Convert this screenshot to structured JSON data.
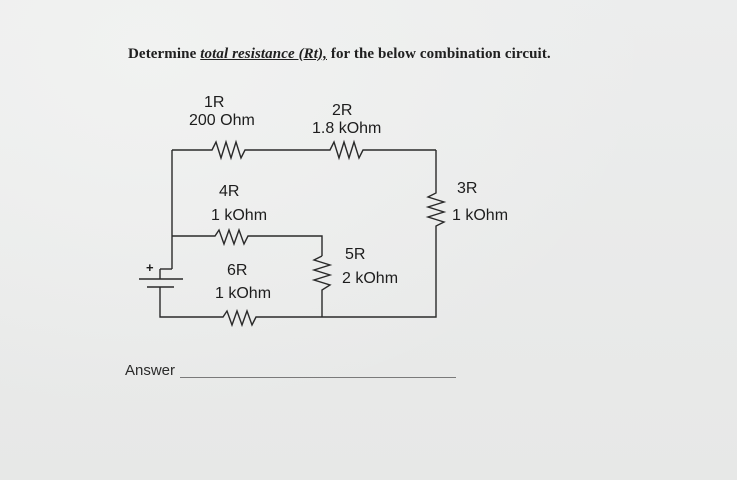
{
  "question": {
    "prefix": "Determine ",
    "emphasis": "total resistance (Rt),",
    "suffix": " for the below combination circuit."
  },
  "circuit": {
    "battery_plus": "+",
    "r1": {
      "label": "1R",
      "value": "200 Ohm"
    },
    "r2": {
      "label": "2R",
      "value": "1.8 kOhm"
    },
    "r3": {
      "label": "3R",
      "value": "1 kOhm"
    },
    "r4": {
      "label": "4R",
      "value": "1 kOhm"
    },
    "r5": {
      "label": "5R",
      "value": "2 kOhm"
    },
    "r6": {
      "label": "6R",
      "value": "1 kOhm"
    }
  },
  "answer": {
    "label": "Answer"
  }
}
